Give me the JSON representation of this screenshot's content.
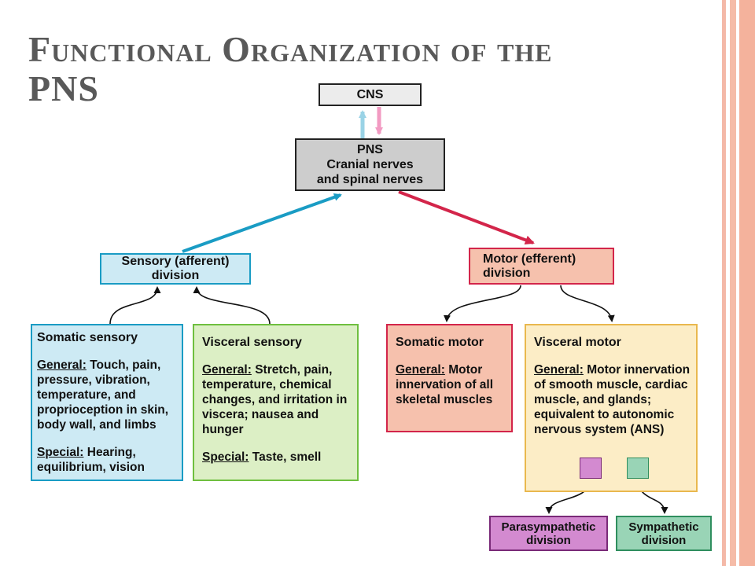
{
  "slide": {
    "title_part1": "Functional Organization of the",
    "title_part2": "PNS"
  },
  "diagram": {
    "cns": "CNS",
    "pns_lines": [
      "PNS",
      "Cranial nerves",
      "and spinal nerves"
    ],
    "sensory_lines": [
      "Sensory (afferent)",
      "division"
    ],
    "motor_lines": [
      "Motor (efferent)",
      "division"
    ],
    "somatic_sensory": {
      "heading": "Somatic sensory",
      "general_label": "General:",
      "general_text": " Touch, pain, pressure, vibration, temperature, and proprioception in skin, body wall, and limbs",
      "special_label": "Special:",
      "special_text": " Hearing, equilibrium, vision"
    },
    "visceral_sensory": {
      "heading": "Visceral sensory",
      "general_label": "General:",
      "general_text": " Stretch, pain, temperature, chemical changes, and irritation in viscera; nausea and hunger",
      "special_label": "Special:",
      "special_text": " Taste, smell"
    },
    "somatic_motor": {
      "heading": "Somatic motor",
      "general_label": "General:",
      "general_text": " Motor innervation of all skeletal muscles"
    },
    "visceral_motor": {
      "heading": "Visceral motor",
      "general_label": "General:",
      "general_text": " Motor innervation of smooth muscle, cardiac muscle, and glands; equivalent to autonomic nervous system (ANS)"
    },
    "parasympathetic_lines": [
      "Parasympathetic",
      "division"
    ],
    "sympathetic_lines": [
      "Sympathetic",
      "division"
    ]
  },
  "colors": {
    "sensory": "#1a9cc4",
    "motor": "#d3254a",
    "sensory_fill": "#cdeaf4",
    "visceral_sensory_fill": "#dcefc5",
    "motor_fill": "#f6c1ad",
    "visceral_motor_fill": "#fcedc6",
    "parasympathetic_fill": "#d38ad0",
    "sympathetic_fill": "#99d4b6"
  }
}
